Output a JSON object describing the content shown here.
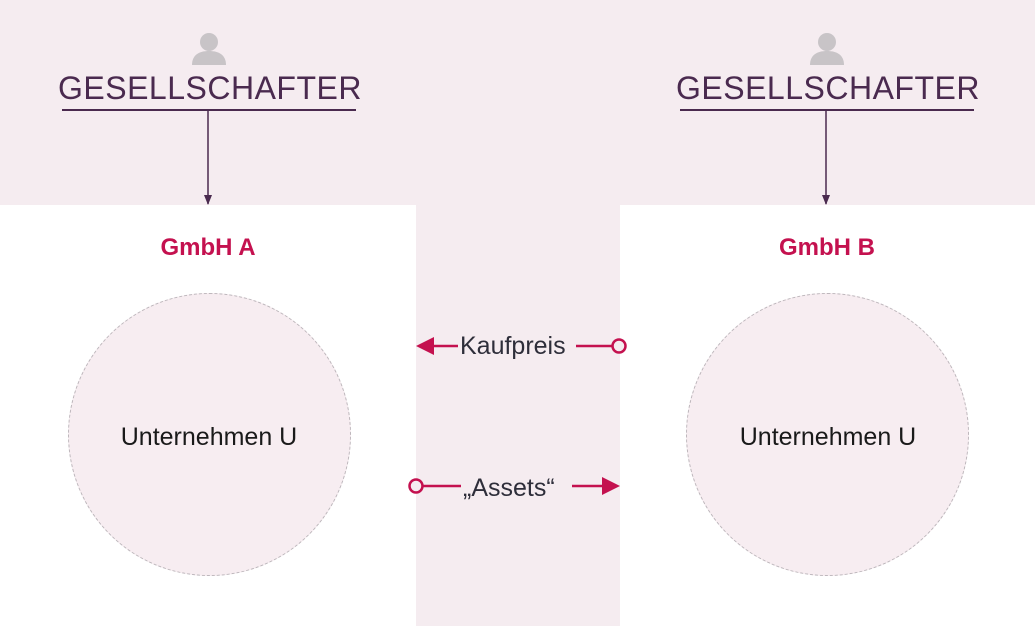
{
  "shareholders": [
    {
      "label": "GESELLSCHAFTER",
      "icon": "person-icon"
    },
    {
      "label": "GESELLSCHAFTER",
      "icon": "person-icon"
    }
  ],
  "companies": [
    {
      "name": "GmbH A",
      "business": "Unternehmen U"
    },
    {
      "name": "GmbH B",
      "business": "Unternehmen U"
    }
  ],
  "flows": {
    "purchase_price": "Kaufpreis",
    "assets": "„Assets“"
  },
  "colors": {
    "background": "#f5ecf0",
    "box": "#ffffff",
    "accent": "#c4114f",
    "ink": "#4a2a4f",
    "icon": "#c8c4c7",
    "circle_fill": "#f7edf1",
    "circle_border": "#bdb6bb"
  }
}
